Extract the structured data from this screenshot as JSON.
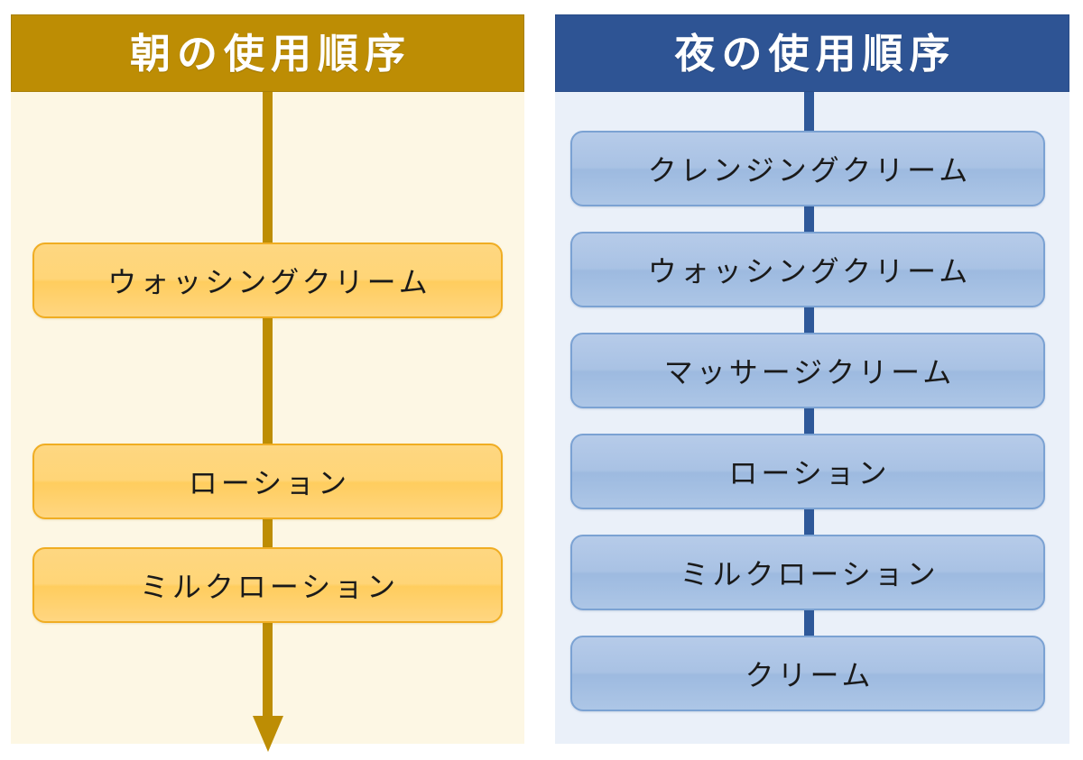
{
  "diagram": {
    "type": "flowchart",
    "orientation": "vertical",
    "panel_count": 2
  },
  "panels": [
    {
      "id": "morning",
      "title": "朝の使用順序",
      "header_color": "#bd8d04",
      "header_text_color": "#ffffff",
      "body_color": "#fdf7e4",
      "box_fill_color": "#ffd577",
      "box_border_color": "#f0ad22",
      "connector_color": "#bd8d04",
      "steps": [
        {
          "index": 1,
          "label": "ウォッシングクリーム"
        },
        {
          "index": 2,
          "label": "ローション"
        },
        {
          "index": 3,
          "label": "ミルクローション"
        }
      ]
    },
    {
      "id": "night",
      "title": "夜の使用順序",
      "header_color": "#2e5494",
      "header_text_color": "#ffffff",
      "body_color": "#eaf0f9",
      "box_fill_color": "#a9c2e4",
      "box_border_color": "#7ba2d3",
      "connector_color": "#2e5899",
      "steps": [
        {
          "index": 1,
          "label": "クレンジングクリーム"
        },
        {
          "index": 2,
          "label": "ウォッシングクリーム"
        },
        {
          "index": 3,
          "label": "マッサージクリーム"
        },
        {
          "index": 4,
          "label": "ローション"
        },
        {
          "index": 5,
          "label": "ミルクローション"
        },
        {
          "index": 6,
          "label": "クリーム"
        }
      ]
    }
  ]
}
